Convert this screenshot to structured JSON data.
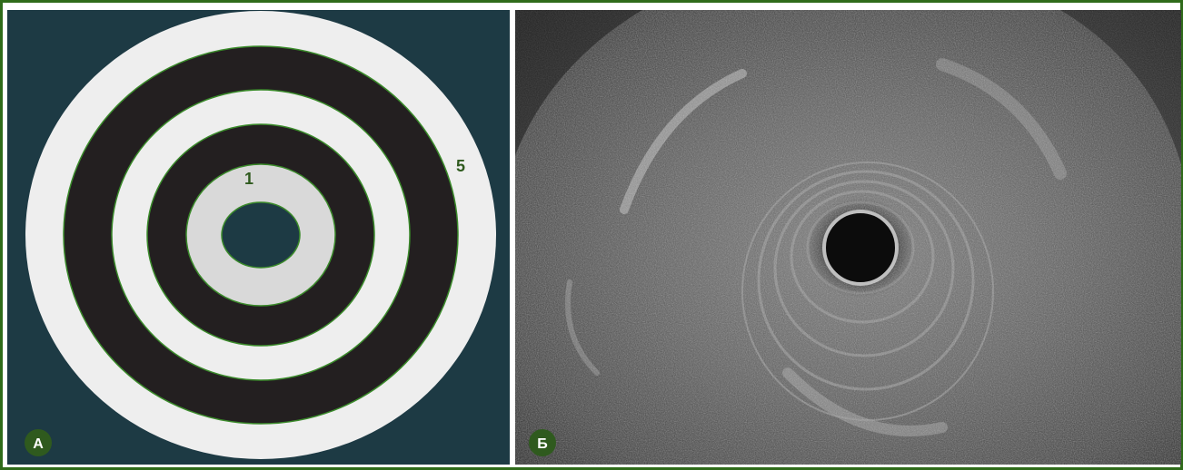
{
  "panels": [
    {
      "id": "A",
      "badge": "А",
      "layer_labels": [
        "1",
        "5"
      ],
      "colors": {
        "background": "#1d3a44",
        "light_ring": "#eeeeee",
        "dark_ring": "#231f20",
        "inner_ring": "#d9d9d9",
        "ring_outline": "#3a8a2a"
      }
    },
    {
      "id": "B",
      "badge": "Б",
      "colors": {
        "image_base": "#3a3a3a",
        "probe": "#0c0c0c"
      }
    }
  ],
  "accent_color": "#2f5a1e",
  "frame_color": "#2f6b1a"
}
